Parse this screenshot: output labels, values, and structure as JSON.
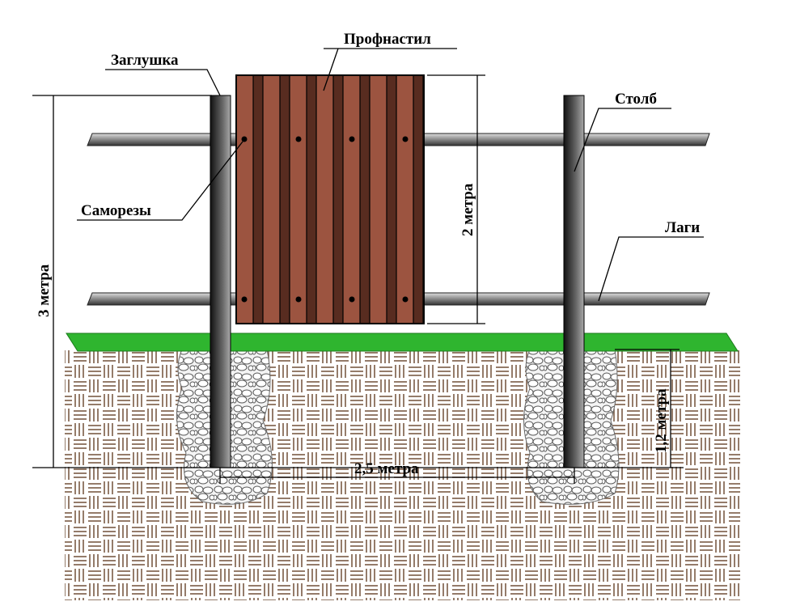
{
  "labels": {
    "cap": "Заглушка",
    "sheet": "Профнастил",
    "post": "Столб",
    "screws": "Саморезы",
    "rails": "Лаги"
  },
  "dimensions": {
    "total_height": "3 метра",
    "sheet_height": "2 метра",
    "depth": "1,2 метра",
    "span": "2,5 метра"
  },
  "colors": {
    "sheet_light": "#9c5440",
    "sheet_dark": "#582c20",
    "grass": "#2fb52f",
    "soil": "#7a5a44"
  }
}
